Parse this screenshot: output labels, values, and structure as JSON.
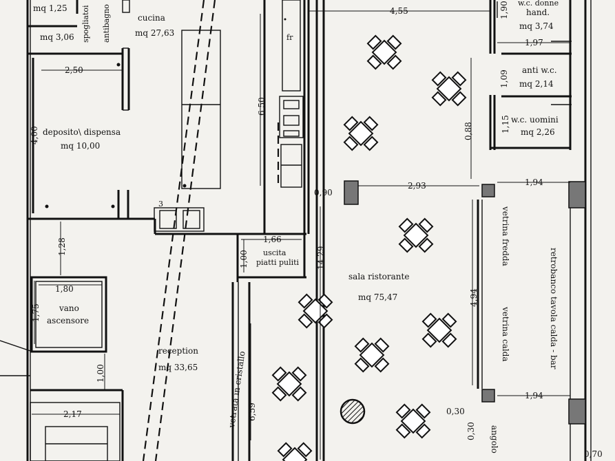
{
  "rooms": {
    "top_left_area": "mq 1,25",
    "spogliatoio_label_1": "spogliatoi",
    "spogliatoio_label_2": "antibagno",
    "spogliatoio_area": "mq 3,06",
    "cucina_label": "cucina",
    "cucina_area": "mq 27,63",
    "deposito_label": "deposito\\ dispensa",
    "deposito_area": "mq 10,00",
    "wc_hand_label_1": "w.c. donne",
    "wc_hand_label_2": "hand.",
    "wc_hand_area": "mq 3,74",
    "anti_wc_label": "anti w.c.",
    "anti_wc_area": "mq 2,14",
    "wc_uomini_label": "w.c. uomini",
    "wc_uomini_area": "mq 2,26",
    "uscita_label_1": "uscita",
    "uscita_label_2": "piatti puliti",
    "sala_label": "sala ristorante",
    "sala_area": "mq 75,47",
    "vano_label_1": "vano",
    "vano_label_2": "ascensore",
    "reception_label": "reception",
    "reception_area": "mq 33,65",
    "vetrata_label": "vetrata in cristallo",
    "vetrina_fredda": "vetrina fredda",
    "vetrina_calda": "vetrina calda",
    "retrobanco": "retrobanco tavola calda - bar",
    "angolo": "angolo",
    "fridge_mark": "fr"
  },
  "dimensions": {
    "d_455": "4,55",
    "d_190": "1,90",
    "d_197": "1,97",
    "d_109": "1,09",
    "d_115": "1,15",
    "d_088": "0,88",
    "d_250": "2,50",
    "d_400": "4,00",
    "d_650": "6,50",
    "d_090": "0,90",
    "d_293": "2,93",
    "d_194a": "1,94",
    "d_194b": "1,94",
    "d_166": "1,66",
    "d_100a": "1,00",
    "d_128": "1,28",
    "d_180": "1,80",
    "d_175": "1,75",
    "d_100b": "1,00",
    "d_1429": "14,29",
    "d_494": "4,94",
    "d_659": "6,59",
    "d_217": "2,17",
    "d_030a": "0,30",
    "d_030b": "0,30",
    "d_070": "0,70",
    "d_3": "3"
  }
}
